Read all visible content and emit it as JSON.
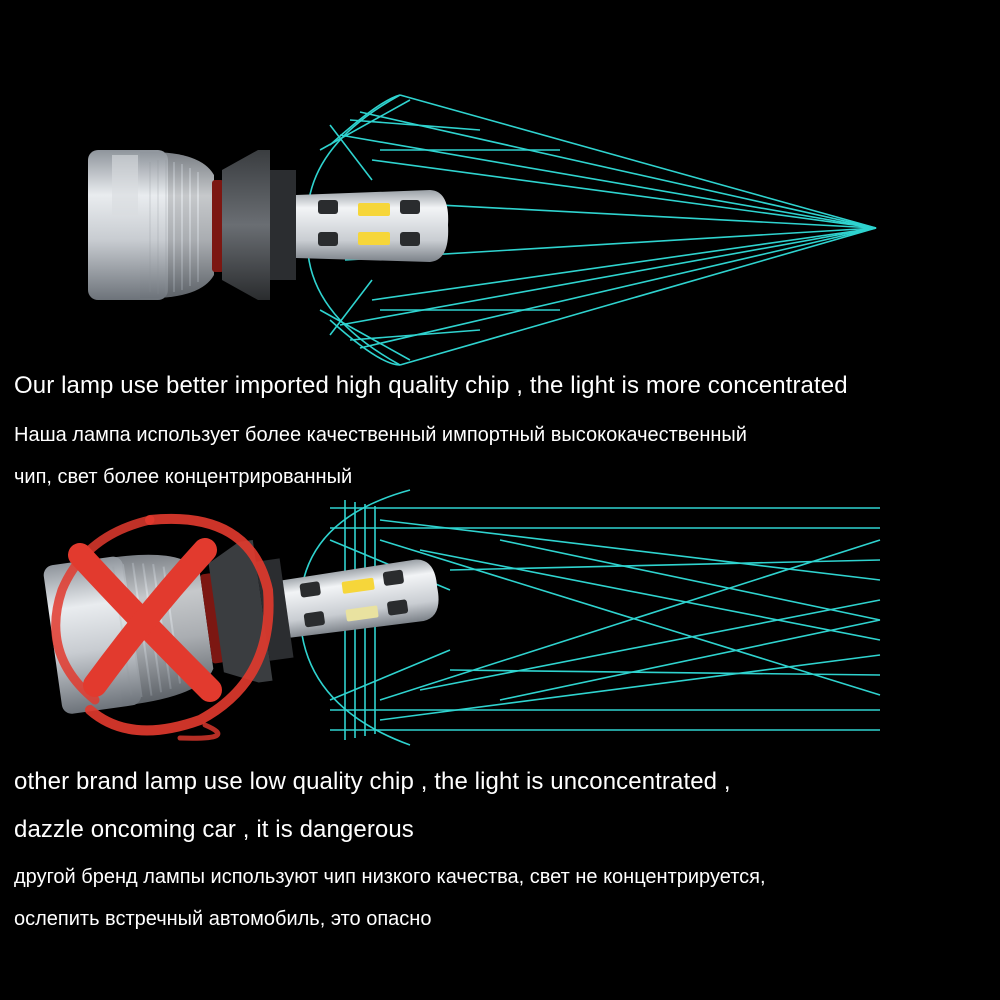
{
  "colors": {
    "background": "#000000",
    "beam": "#2fd3cf",
    "cross": "#e23a2e",
    "text": "#ffffff",
    "chip": "#f6d63a"
  },
  "good": {
    "caption_en": "Our lamp use better imported high quality chip , the light is more concentrated",
    "caption_ru_line1": "Наша лампа использует более качественный импортный высококачественный",
    "caption_ru_line2": "чип, свет более концентрированный"
  },
  "bad": {
    "caption_en_line1": "other brand lamp use low quality chip , the light is unconcentrated ,",
    "caption_en_line2": "dazzle oncoming car , it is dangerous",
    "caption_ru_line1": "другой бренд лампы используют чип низкого качества, свет не концентрируется,",
    "caption_ru_line2": "ослепить встречный автомобиль, это опасно"
  },
  "icons": {
    "good_bulb": "led-headlight-bulb-icon",
    "bad_bulb": "led-headlight-bulb-icon",
    "reject": "red-x-cross-icon"
  }
}
